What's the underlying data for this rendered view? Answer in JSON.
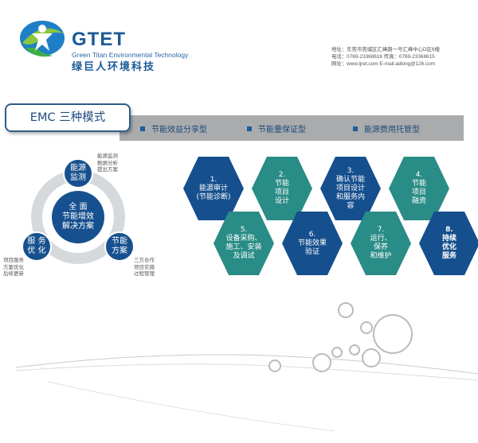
{
  "brand": {
    "name": "GTET",
    "english": "Green Titan Environmental Technology",
    "chinese": "绿巨人环境科技"
  },
  "contact": {
    "lines": [
      "地址：东莞市莞城区汇峰路一号汇峰中心D区6楼",
      "电话：0769-23368616   传真：0769-23368615",
      "网址：www.ljret.com     E-mail:adking@126.com"
    ]
  },
  "emc": {
    "title": "EMC 三种模式",
    "models": [
      "节能效益分享型",
      "节能量保证型",
      "能源费用托管型"
    ]
  },
  "cycle": {
    "center": "全 面\n节能增效\n解决方案",
    "nodes": [
      {
        "label": "能源\n监测",
        "note": "能源监测\n数据分析\n提出方案"
      },
      {
        "label": "节能\n方案",
        "note": "三方合作\n项目实施\n过程管理"
      },
      {
        "label": "服 务\n优 化",
        "note": "项目服务\n方案优化\n后续更新"
      }
    ]
  },
  "steps": [
    {
      "text": "1.\n能源审计\n(节能诊断)"
    },
    {
      "text": "2.\n节能\n项目\n设计"
    },
    {
      "text": "3.\n确认节能\n项目设计\n和服务内\n容"
    },
    {
      "text": "4.\n节能\n项目\n融资"
    },
    {
      "text": "5.\n设备采购、\n施工、安装\n及调试"
    },
    {
      "text": "6.\n节能效果\n验证"
    },
    {
      "text": "7.\n运行、\n保养\n和维护"
    },
    {
      "text": "8.\n持续\n优化\n服务"
    }
  ],
  "colors": {
    "navy": "#164f8e",
    "teal": "#2a8c86",
    "band": "#a9abad",
    "ring": "#d6d9dc"
  }
}
